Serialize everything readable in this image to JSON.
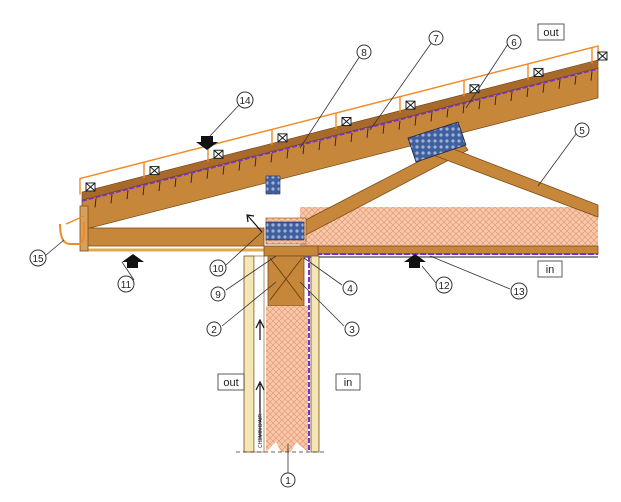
{
  "labels": {
    "out_top": "out",
    "in_ceiling": "in",
    "out_wall": "out",
    "in_wall": "in",
    "airflow": "CHEMIN D'AIR"
  },
  "callouts": [
    "1",
    "2",
    "3",
    "4",
    "5",
    "6",
    "7",
    "8",
    "9",
    "10",
    "11",
    "12",
    "13",
    "14",
    "15"
  ],
  "colors": {
    "wood": "#c7873b",
    "wood_dark": "#8a5a22",
    "wood_light": "#d9a05b",
    "insulation": "#f6c9a8",
    "membrane": "#7b2fd1",
    "vapor": "#3a2a8a",
    "gutter": "#f08a24",
    "tile": "#f08a24",
    "vent": "#3f5f9e",
    "stud": "#f5e6b5"
  }
}
